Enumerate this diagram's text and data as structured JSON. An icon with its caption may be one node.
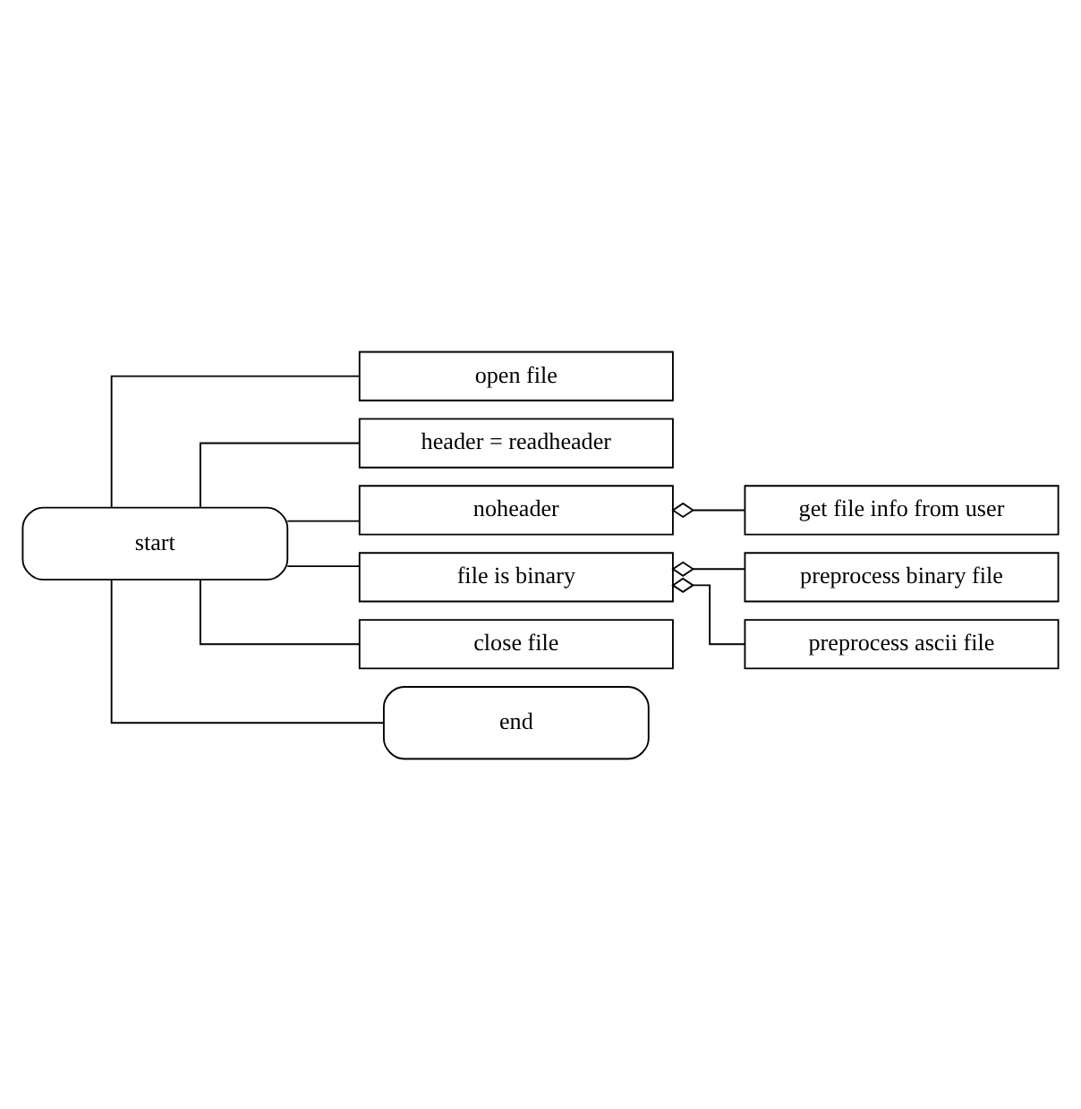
{
  "diagram": {
    "nodes": [
      {
        "text": [
          "start"
        ]
      },
      {
        "text": [
          "open file"
        ]
      },
      {
        "text": [
          "header = readheader"
        ]
      },
      {
        "text": [
          "noheader"
        ]
      },
      {
        "text": [
          "get file info from user"
        ]
      },
      {
        "text": [
          "file is binary"
        ]
      },
      {
        "text": [
          "preprocess binary file"
        ]
      },
      {
        "text": [
          "preprocess ascii file"
        ]
      },
      {
        "text": [
          "close file"
        ]
      },
      {
        "text": [
          "end"
        ]
      }
    ],
    "edges": [
      {
        "from": 0,
        "to": 1,
        "arrow": "none"
      },
      {
        "from": 0,
        "to": 2,
        "arrow": "none"
      },
      {
        "from": 0,
        "to": 3,
        "arrow": "none"
      },
      {
        "from": 3,
        "to": 4,
        "arrow": "other"
      },
      {
        "from": 0,
        "to": 5,
        "arrow": "none"
      },
      {
        "from": 5,
        "to": 6,
        "arrow": "other"
      },
      {
        "from": 5,
        "to": 7,
        "arrow": "other"
      },
      {
        "from": 0,
        "to": 8,
        "arrow": "none"
      },
      {
        "from": 0,
        "to": 9,
        "arrow": "none"
      }
    ]
  }
}
